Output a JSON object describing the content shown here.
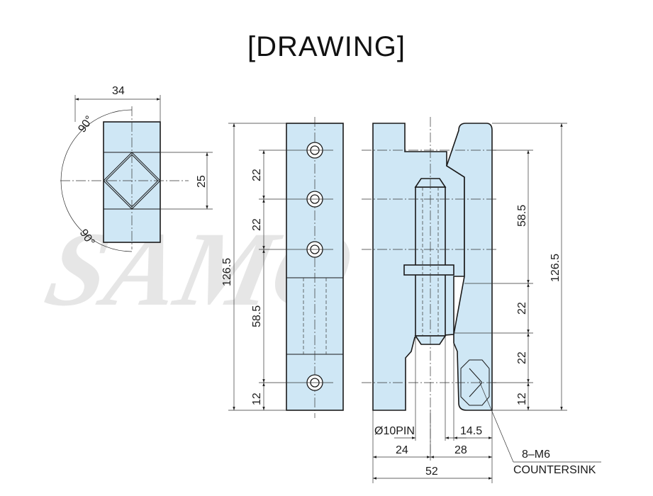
{
  "title": "[DRAWING]",
  "watermark": "SAMO",
  "colors": {
    "part_fill": "#cfe7f5",
    "line": "#1a1a1a",
    "watermark": "#e6e6e6"
  },
  "side_view": {
    "width_label": "34",
    "height_label": "25",
    "angle_top": "90°",
    "angle_bottom": "90°"
  },
  "front_view": {
    "overall_height": "126.5",
    "pitch_1": "22",
    "pitch_2": "22",
    "pitch_3": "58.5",
    "bottom_offset": "12"
  },
  "right_view": {
    "upper_length": "58.5",
    "overall_height": "126.5",
    "pitch_1": "22",
    "pitch_2": "22",
    "bottom_offset": "12",
    "pin_label": "Ø10PIN",
    "pin_offset": "14.5",
    "width_left": "24",
    "width_right": "28",
    "overall_width": "52",
    "hole_spec": "8–M6",
    "hole_type": "COUNTERSINK"
  }
}
